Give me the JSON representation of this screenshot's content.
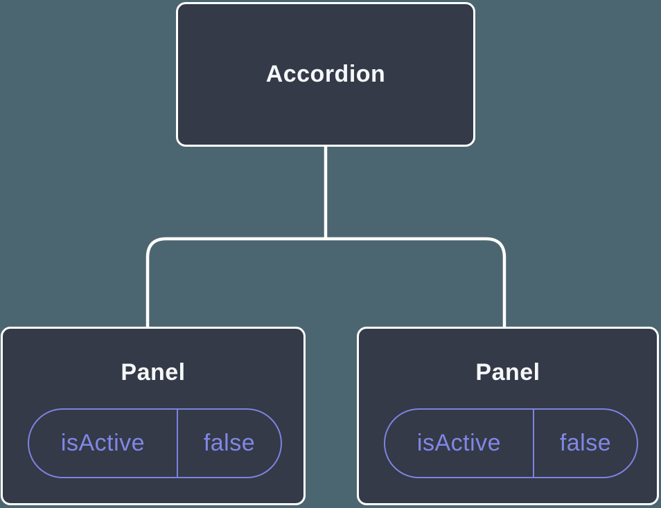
{
  "diagram": {
    "root": {
      "label": "Accordion"
    },
    "children": [
      {
        "label": "Panel",
        "state": {
          "key": "isActive",
          "value": "false"
        }
      },
      {
        "label": "Panel",
        "state": {
          "key": "isActive",
          "value": "false"
        }
      }
    ],
    "colors": {
      "background": "#4c6671",
      "node_fill": "#343a47",
      "node_border": "#ffffff",
      "node_text": "#f6f7f9",
      "state_accent": "#7d83e2",
      "connector": "#ffffff"
    }
  }
}
